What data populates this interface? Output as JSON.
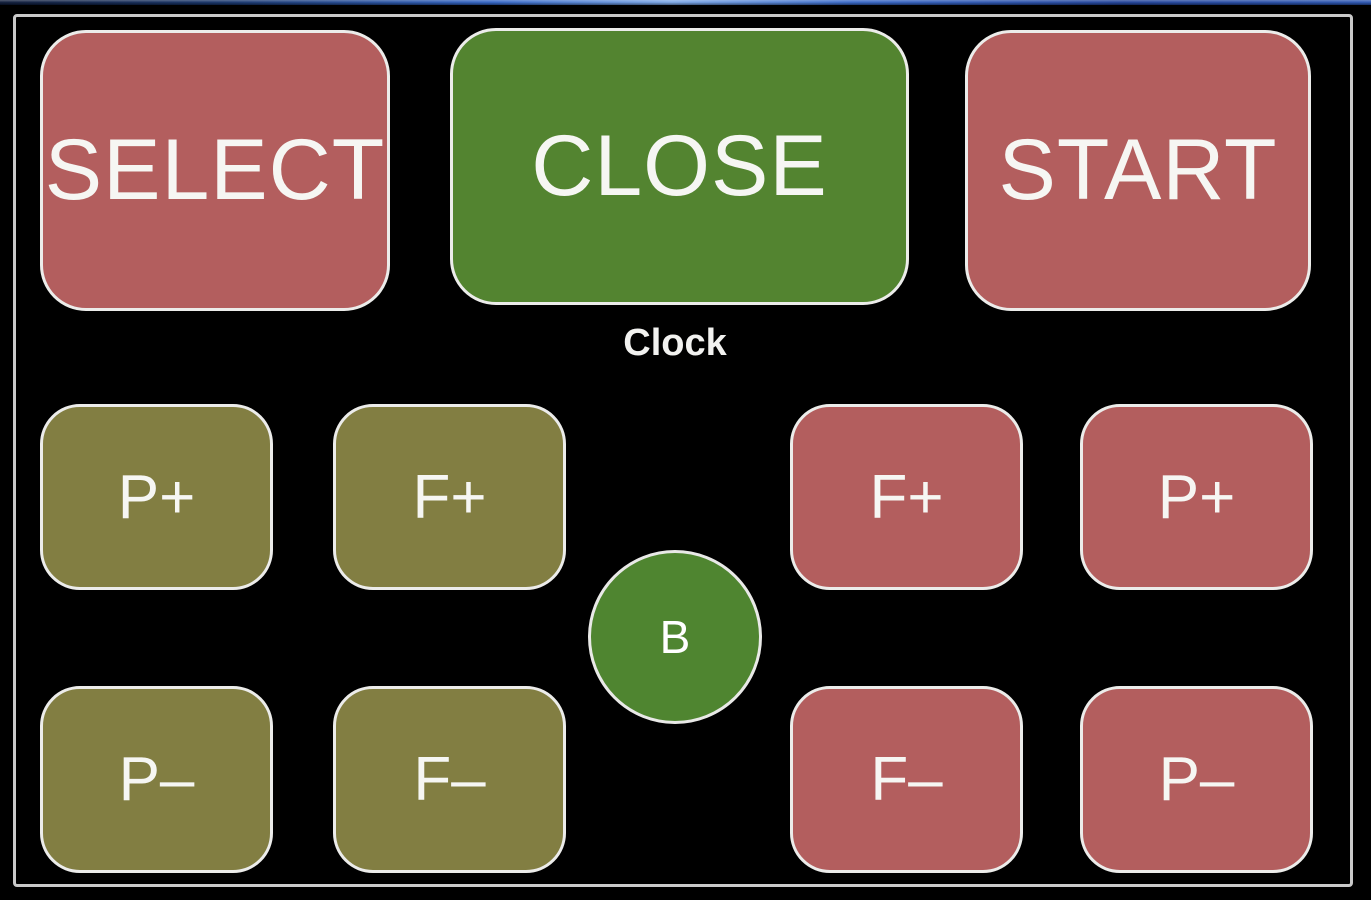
{
  "titlebar": {
    "gradient_left": "#0a1735",
    "gradient_highlight": "#7aa6e6",
    "gradient_right": "#2853b0"
  },
  "panel": {
    "background": "#000000",
    "border_color": "#c9c9c9",
    "text_color": "#f6f6f3"
  },
  "top_row": {
    "select": {
      "label": "SELECT",
      "color": "#b35e5e"
    },
    "close": {
      "label": "CLOSE",
      "color": "#538430"
    },
    "start": {
      "label": "START",
      "color": "#b35e5e"
    }
  },
  "clock": {
    "label": "Clock"
  },
  "left_pad": {
    "color": "#827e42",
    "p_plus": {
      "label": "P+"
    },
    "f_plus": {
      "label": "F+"
    },
    "p_minus": {
      "label": "P–"
    },
    "f_minus": {
      "label": "F–"
    }
  },
  "right_pad": {
    "color": "#b35e5e",
    "f_plus": {
      "label": "F+"
    },
    "p_plus": {
      "label": "P+"
    },
    "f_minus": {
      "label": "F–"
    },
    "p_minus": {
      "label": "P–"
    }
  },
  "center": {
    "b_button": {
      "label": "B",
      "color": "#4f8530"
    }
  }
}
